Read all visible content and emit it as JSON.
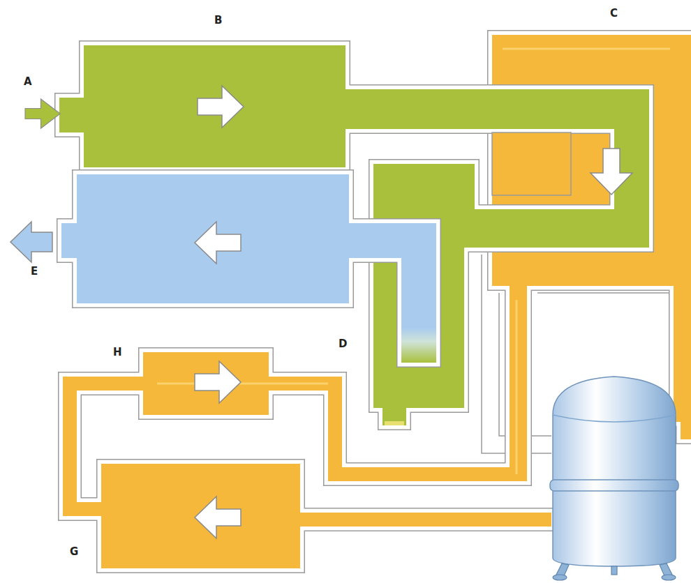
{
  "diagram": {
    "labels": [
      "A",
      "B",
      "C",
      "D",
      "E",
      "H",
      "G"
    ]
  }
}
